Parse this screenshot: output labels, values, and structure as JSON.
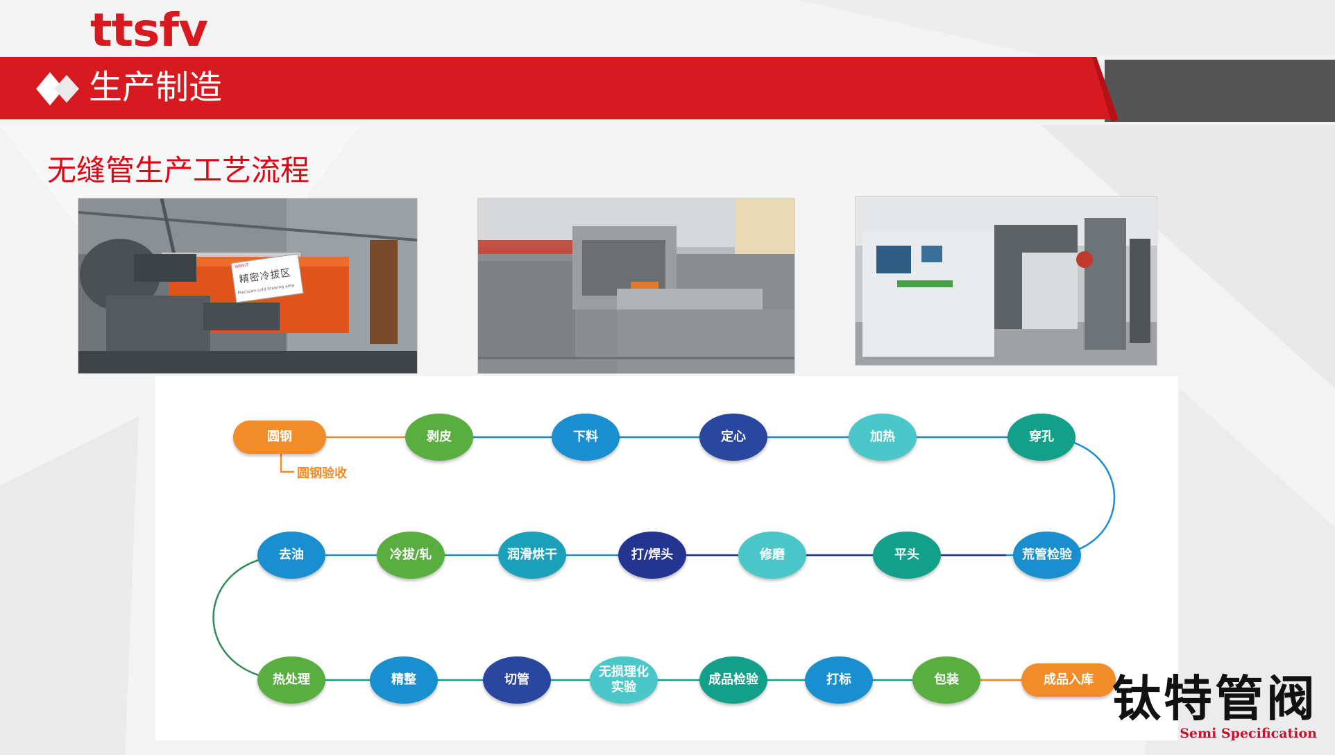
{
  "header": {
    "logo_text": "ttsfv",
    "section_title": "生产制造",
    "colors": {
      "banner_red": "#d71920",
      "banner_gray": "#555555"
    }
  },
  "page": {
    "subtitle": "无缝管生产工艺流程"
  },
  "photos": [
    {
      "name": "cold-drawing-area",
      "sign_main": "精密冷拔区",
      "sign_en": "Precision cold drawing area"
    },
    {
      "name": "annealing-furnace"
    },
    {
      "name": "control-cabinet"
    }
  ],
  "flow": {
    "steps": [
      {
        "label": "圆钢",
        "color": "#f28c28"
      },
      {
        "label": "剥皮",
        "color": "#5aae3f"
      },
      {
        "label": "下料",
        "color": "#1a8fd0"
      },
      {
        "label": "定心",
        "color": "#2a47a0"
      },
      {
        "label": "加热",
        "color": "#4cc7c9"
      },
      {
        "label": "穿孔",
        "color": "#12a08a"
      },
      {
        "label": "荒管检验",
        "color": "#1a8fd0"
      },
      {
        "label": "平头",
        "color": "#12a08a"
      },
      {
        "label": "修磨",
        "color": "#4cc7c9"
      },
      {
        "label": "打/焊头",
        "color": "#233590"
      },
      {
        "label": "润滑烘干",
        "color": "#1aa0b8"
      },
      {
        "label": "冷拔/轧",
        "color": "#5aae3f"
      },
      {
        "label": "去油",
        "color": "#1a8fd0"
      },
      {
        "label": "热处理",
        "color": "#5aae3f"
      },
      {
        "label": "精整",
        "color": "#1a8fd0"
      },
      {
        "label": "切管",
        "color": "#2a47a0"
      },
      {
        "label": "无损理化实验",
        "label_line1": "无损理化",
        "label_line2": "实验",
        "color": "#4cc7c9"
      },
      {
        "label": "成品检验",
        "color": "#12a08a"
      },
      {
        "label": "打标",
        "color": "#1a8fd0"
      },
      {
        "label": "包装",
        "color": "#5aae3f"
      },
      {
        "label": "成品入库",
        "color": "#f28c28"
      }
    ],
    "sub_note": "圆钢验收"
  },
  "brand": {
    "cn": "钛特管阀",
    "en": "Semi Specification"
  }
}
